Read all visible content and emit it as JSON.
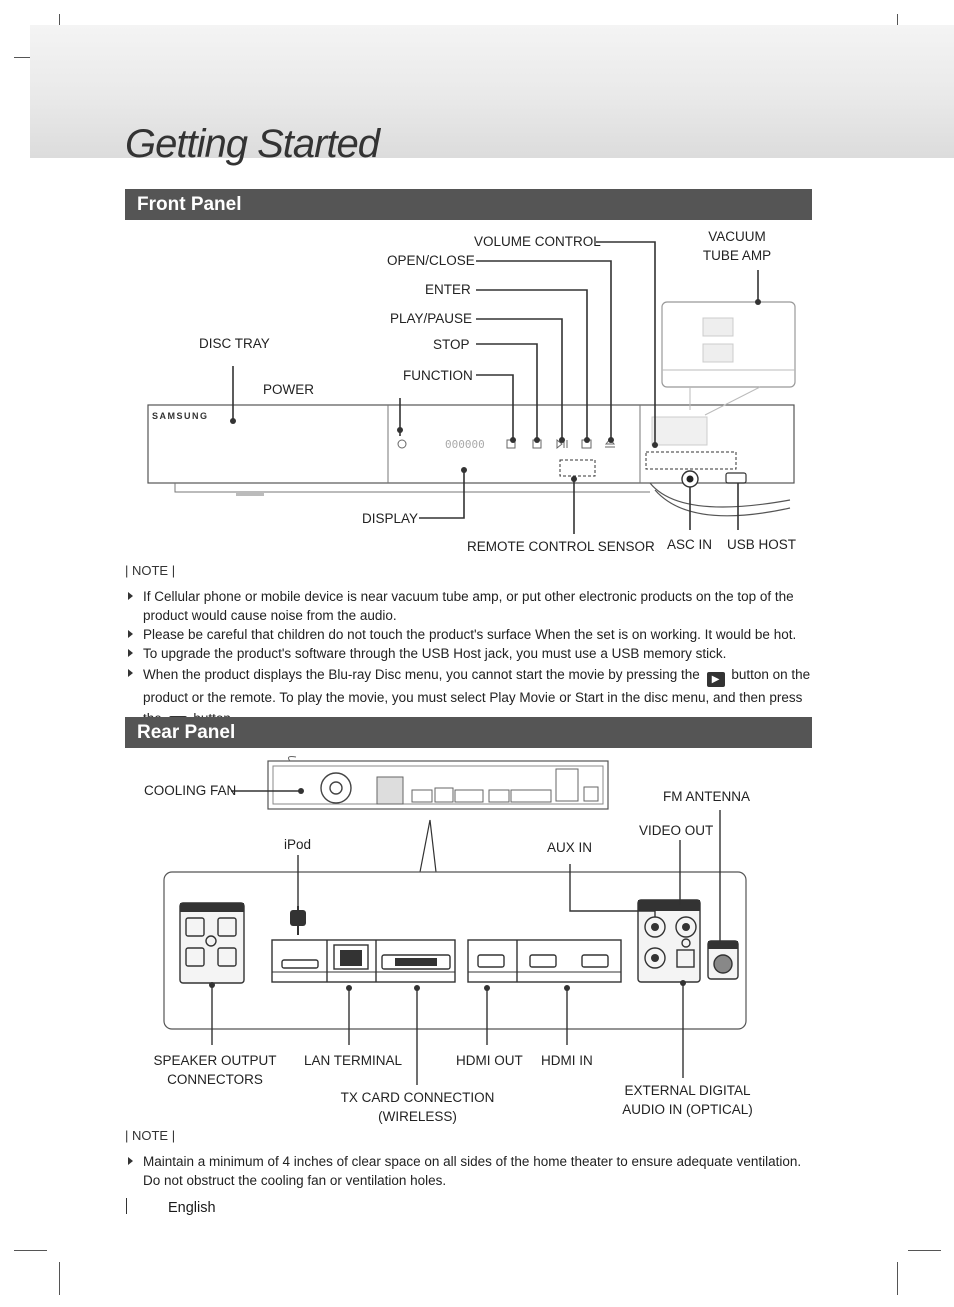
{
  "page": {
    "title": "Getting Started",
    "footer_language": "English"
  },
  "front_panel": {
    "heading": "Front Panel",
    "brand": "SAMSUNG",
    "display_readout": "000000",
    "labels": {
      "volume_control": "VOLUME CONTROL",
      "open_close": "OPEN/CLOSE",
      "enter": "ENTER",
      "play_pause": "PLAY/PAUSE",
      "stop": "STOP",
      "function": "FUNCTION",
      "disc_tray": "DISC TRAY",
      "power": "POWER",
      "vacuum_line1": "VACUUM",
      "vacuum_line2": "TUBE AMP",
      "display": "DISPLAY",
      "remote_sensor": "REMOTE CONTROL SENSOR",
      "asc_in": "ASC IN",
      "usb_host": "USB HOST"
    },
    "note_label": "| NOTE |",
    "notes": {
      "n1": "If Cellular phone or mobile device is near vacuum tube amp, or put other electronic products on the top of the product would cause noise from the audio.",
      "n2": "Please be careful that children do not touch the product's surface When the set is on working. It would be hot.",
      "n3": "To upgrade the product's software through the USB Host jack, you must use a USB memory stick.",
      "n4a": "When the product displays the Blu-ray Disc menu, you cannot start the movie by pressing the",
      "n4b": "button on the product or the remote. To play the movie, you must select Play Movie or Start in the disc menu, and then press the",
      "n4c": "button."
    }
  },
  "rear_panel": {
    "heading": "Rear Panel",
    "labels": {
      "cooling_fan": "COOLING FAN",
      "fm_antenna": "FM ANTENNA",
      "video_out": "VIDEO OUT",
      "ipod": "iPod",
      "aux_in": "AUX IN",
      "speaker_line1": "SPEAKER OUTPUT",
      "speaker_line2": "CONNECTORS",
      "lan": "LAN TERMINAL",
      "hdmi_out": "HDMI OUT",
      "hdmi_in": "HDMI IN",
      "ext_line1": "EXTERNAL DIGITAL",
      "ext_line2": "AUDIO IN (OPTICAL)",
      "tx_line1": "TX CARD CONNECTION",
      "tx_line2": "(WIRELESS)"
    },
    "note_label": "| NOTE |",
    "note": "Maintain a minimum of 4 inches of clear space on all sides of the home theater to ensure adequate ventilation. Do not obstruct the cooling fan or ventilation holes."
  }
}
